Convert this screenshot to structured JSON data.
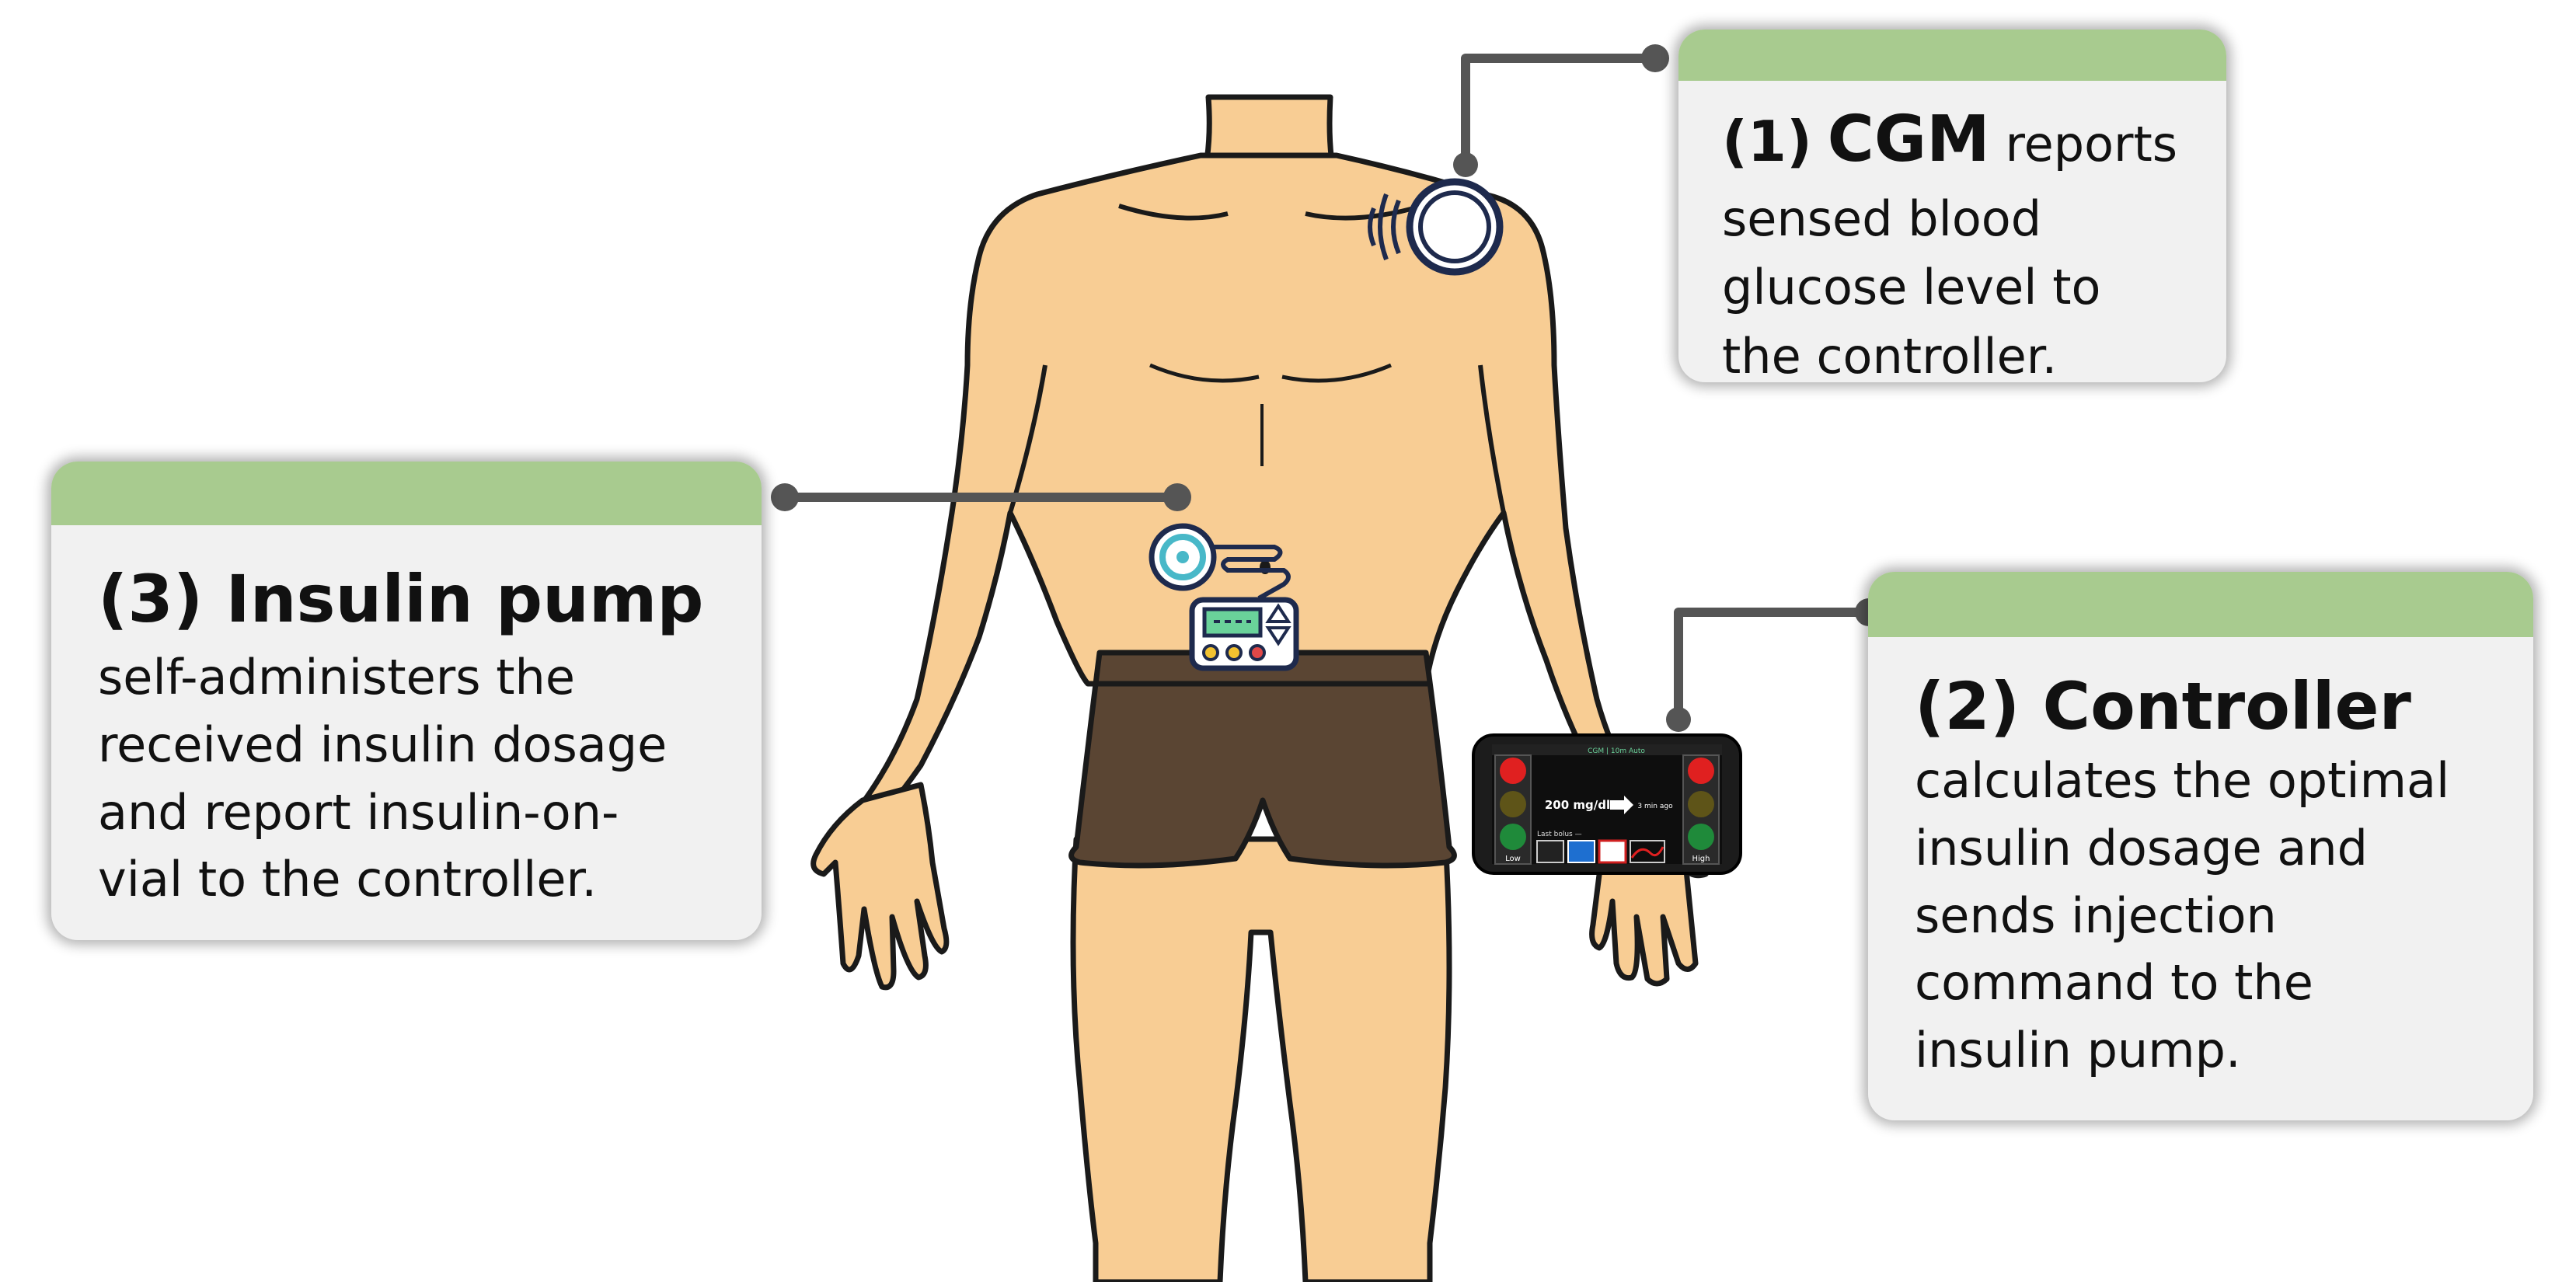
{
  "colors": {
    "skin": "#f8cd94",
    "outline": "#1a1a1a",
    "shorts": "#5a4533",
    "card_bg": "#f1f1f1",
    "card_band": "#a8cb8f",
    "connector": "#555555",
    "device_navy": "#1e2a4d",
    "device_teal": "#48b8c8"
  },
  "cards": {
    "cgm": {
      "number": "(1)",
      "title": "CGM",
      "text_lead": " reports",
      "lines": [
        "sensed blood",
        "glucose level to",
        "the controller."
      ]
    },
    "pump": {
      "title": "(3) Insulin pump",
      "lines": [
        "self-administers the",
        "received insulin dosage",
        "and report insulin-on-",
        "vial to the controller."
      ]
    },
    "controller": {
      "title": "(2) Controller",
      "lines": [
        "calculates the optimal",
        "insulin dosage and",
        "sends injection",
        "command to the",
        "insulin pump."
      ]
    }
  },
  "controller_screen": {
    "reading": "200 mg/dl",
    "ago": "3 min ago",
    "status_text": "CGM | 10m Auto",
    "last_bolus": "Last bolus —",
    "low_label": "Low",
    "high_label": "High"
  },
  "icons": {
    "cgm_sensor": "cgm-sensor-icon",
    "insulin_pump": "insulin-pump-icon",
    "controller": "controller-phone-icon"
  }
}
